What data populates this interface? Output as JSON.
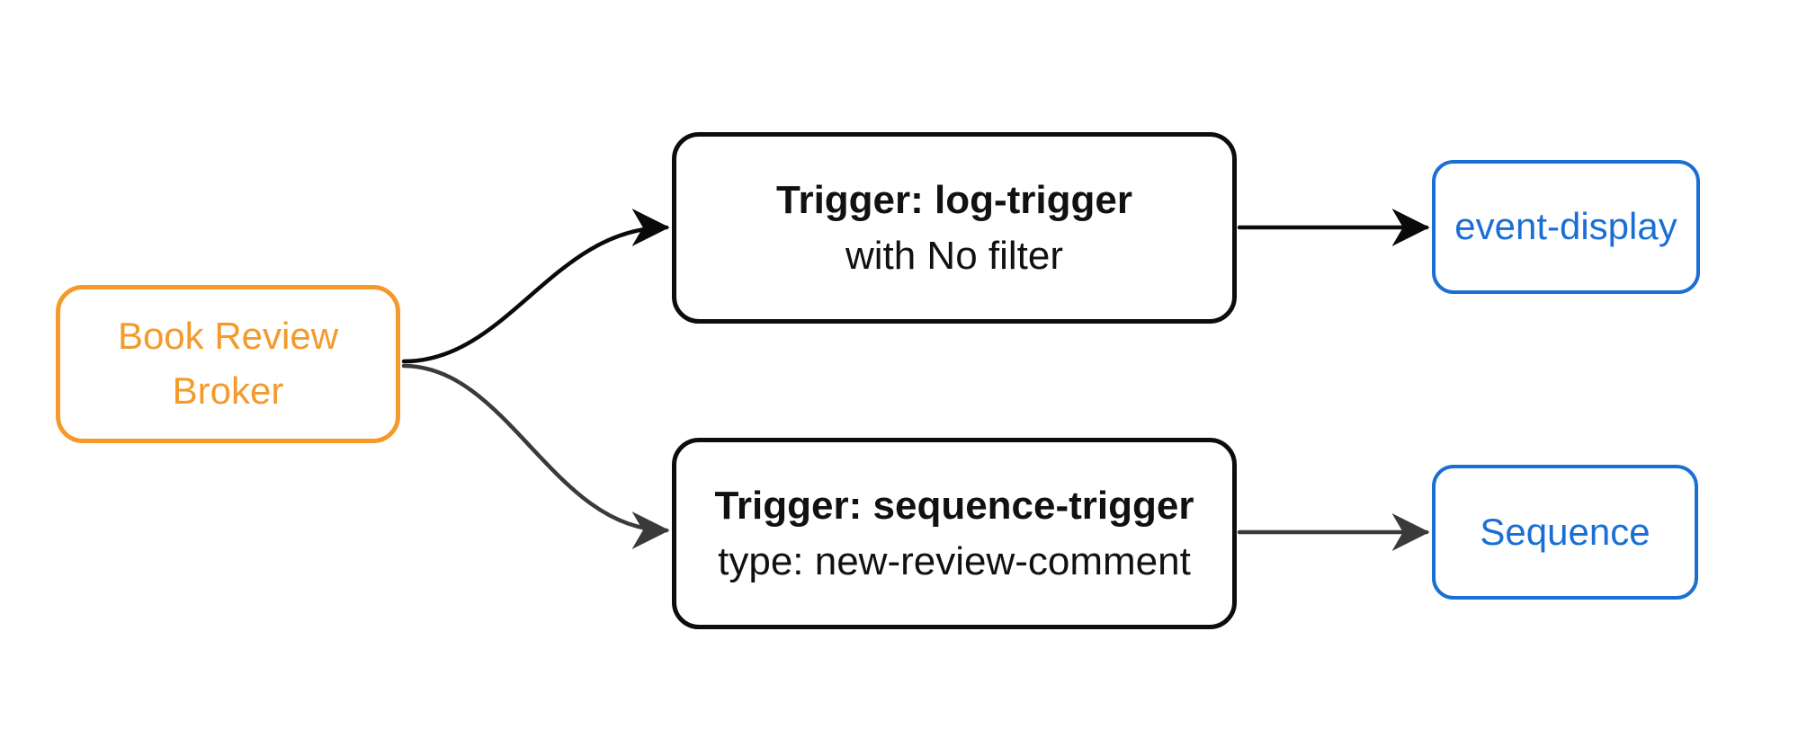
{
  "diagram": {
    "type": "flowchart-left-to-right",
    "colors": {
      "orange": "#F39A2B",
      "blue": "#1A6FD4",
      "node_border": "#0D0D0D",
      "node_text": "#111111",
      "edge_dark": "#0A0A0A",
      "edge_gray": "#3A3A3A",
      "background": "#FFFFFF"
    },
    "nodes": {
      "broker": {
        "lines": [
          "Book Review",
          "Broker"
        ]
      },
      "log_trigger": {
        "lines": [
          "Trigger: log-trigger",
          "with No filter"
        ]
      },
      "sequence_trigger": {
        "lines": [
          "Trigger: sequence-trigger",
          "type: new-review-comment"
        ]
      },
      "event_display": {
        "label": "event-display"
      },
      "sequence": {
        "label": "Sequence"
      }
    },
    "edges": [
      {
        "from": "broker",
        "to": "log_trigger"
      },
      {
        "from": "broker",
        "to": "sequence_trigger"
      },
      {
        "from": "log_trigger",
        "to": "event_display"
      },
      {
        "from": "sequence_trigger",
        "to": "sequence"
      }
    ]
  }
}
